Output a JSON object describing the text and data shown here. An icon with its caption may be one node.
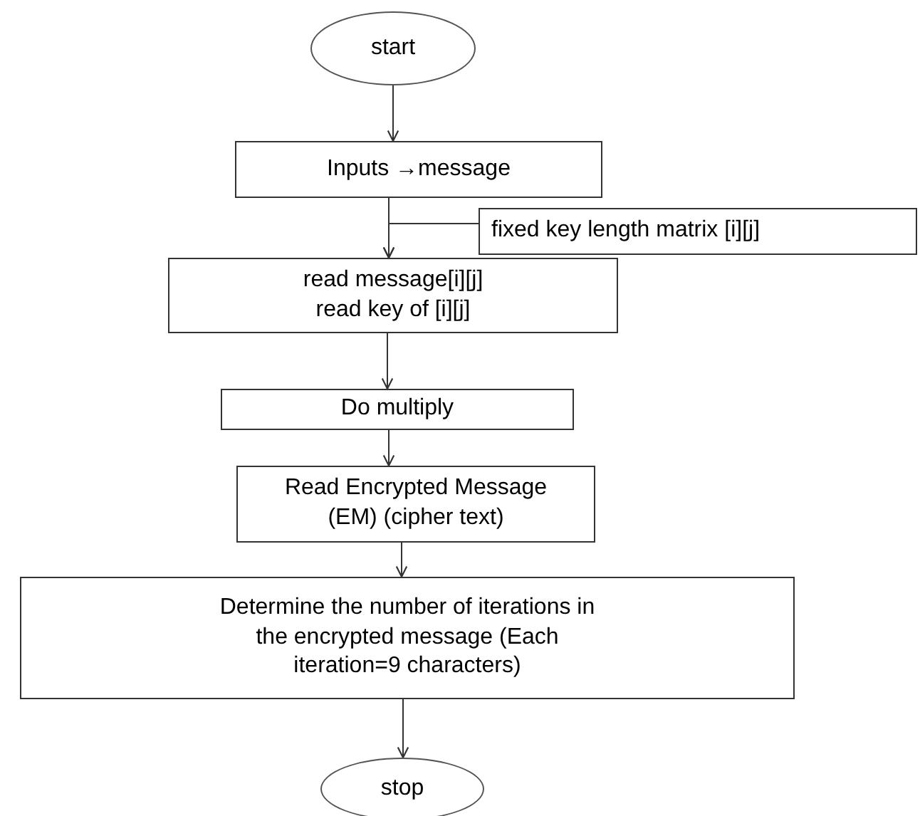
{
  "diagram": {
    "nodes": [
      {
        "text": [
          "start"
        ]
      },
      {
        "text": [
          "Inputs →message"
        ]
      },
      {
        "text": [
          "fixed key length matrix [i][j]"
        ]
      },
      {
        "text": [
          "read message[i][j] read key of [i][j]"
        ]
      },
      {
        "text": [
          "Do multiply"
        ]
      },
      {
        "text": [
          "Read Encrypted Message (EM) (cipher text)"
        ]
      },
      {
        "text": [
          "Determine the number of iterations in the encrypted message (Each iteration=9 characters)"
        ]
      },
      {
        "text": [
          "stop"
        ]
      }
    ],
    "edges": [
      {
        "from": 0,
        "to": 1,
        "arrow": "to"
      },
      {
        "from": 1,
        "to": 3,
        "arrow": "to"
      },
      {
        "from": 2,
        "to": 3,
        "arrow": "to"
      },
      {
        "from": 3,
        "to": 4,
        "arrow": "to"
      },
      {
        "from": 4,
        "to": 5,
        "arrow": "to"
      },
      {
        "from": 5,
        "to": 6,
        "arrow": "to"
      },
      {
        "from": 6,
        "to": 7,
        "arrow": "to"
      }
    ]
  }
}
